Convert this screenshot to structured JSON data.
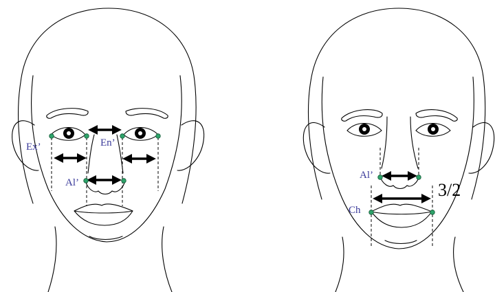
{
  "left_face": {
    "labels": {
      "ex": "Ex’",
      "en": "En’",
      "al": "Al’"
    },
    "landmark_color": "#2ea36a",
    "label_color": "#3a3a9a"
  },
  "right_face": {
    "labels": {
      "al": "Al’",
      "ch": "Ch"
    },
    "ratio_label": "3/2"
  }
}
